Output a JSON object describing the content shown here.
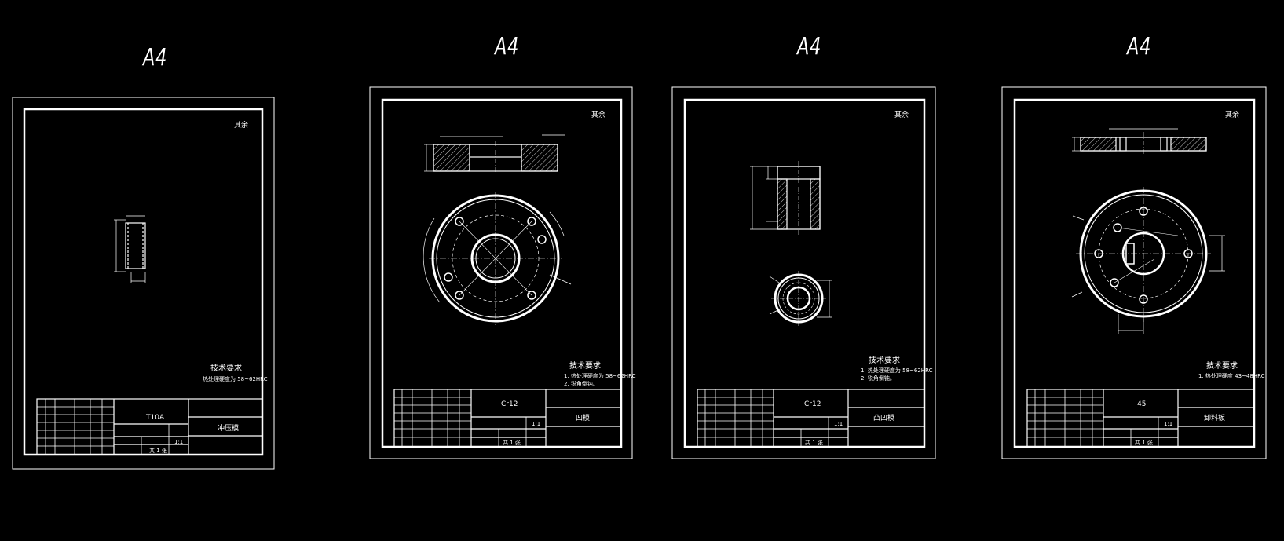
{
  "sheets": [
    {
      "label": "A4",
      "corner_mark": "其余",
      "tech_title": "技术要求",
      "tech_notes": [
        "热处理硬度为 58~62HRC"
      ],
      "title_block": {
        "material": "T10A",
        "part_name": "冲压模",
        "scale": "1:1",
        "sheet": "共 1 张"
      }
    },
    {
      "label": "A4",
      "corner_mark": "其余",
      "tech_title": "技术要求",
      "tech_notes": [
        "1. 热处理硬度为 58~62HRC",
        "2. 锐角倒钝。"
      ],
      "title_block": {
        "material": "Cr12",
        "part_name": "凹模",
        "scale": "1:1",
        "sheet": "共 1 张"
      }
    },
    {
      "label": "A4",
      "corner_mark": "其余",
      "tech_title": "技术要求",
      "tech_notes": [
        "1. 热处理硬度为 58~62HRC",
        "2. 锐角倒钝。"
      ],
      "title_block": {
        "material": "Cr12",
        "part_name": "凸凹模",
        "scale": "1:1",
        "sheet": "共 1 张"
      }
    },
    {
      "label": "A4",
      "corner_mark": "其余",
      "tech_title": "技术要求",
      "tech_notes": [
        "1. 热处理硬度 43~48HRC"
      ],
      "title_block": {
        "material": "45",
        "part_name": "卸料板",
        "scale": "1:1",
        "sheet": "共 1 张"
      }
    }
  ],
  "colors": {
    "background": "#000000",
    "line": "#ffffff"
  }
}
